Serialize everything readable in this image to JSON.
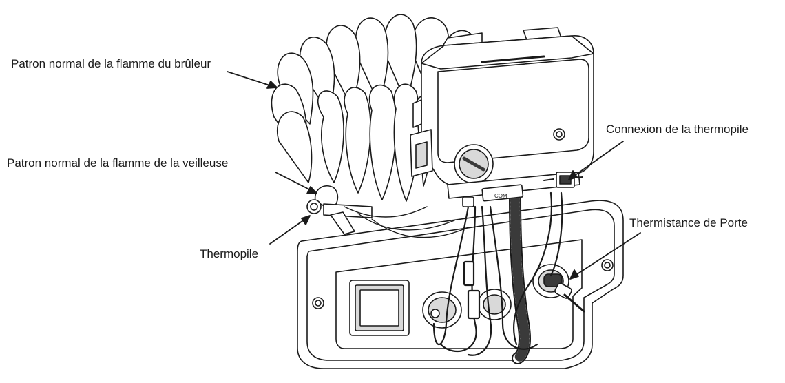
{
  "labels": {
    "burner_flame": "Patron normal de la flamme du brûleur",
    "pilot_flame": "Patron normal de la flamme de la veilleuse",
    "thermopile": "Thermopile",
    "thermopile_connection": "Connexion de la thermopile",
    "door_thermistor": "Thermistance de Porte"
  },
  "device": {
    "port_marking": "COM"
  },
  "colors": {
    "line": "#1a1a1a",
    "fill": "#ffffff",
    "shade": "#d9d9d9",
    "dark": "#3a3a3a"
  }
}
